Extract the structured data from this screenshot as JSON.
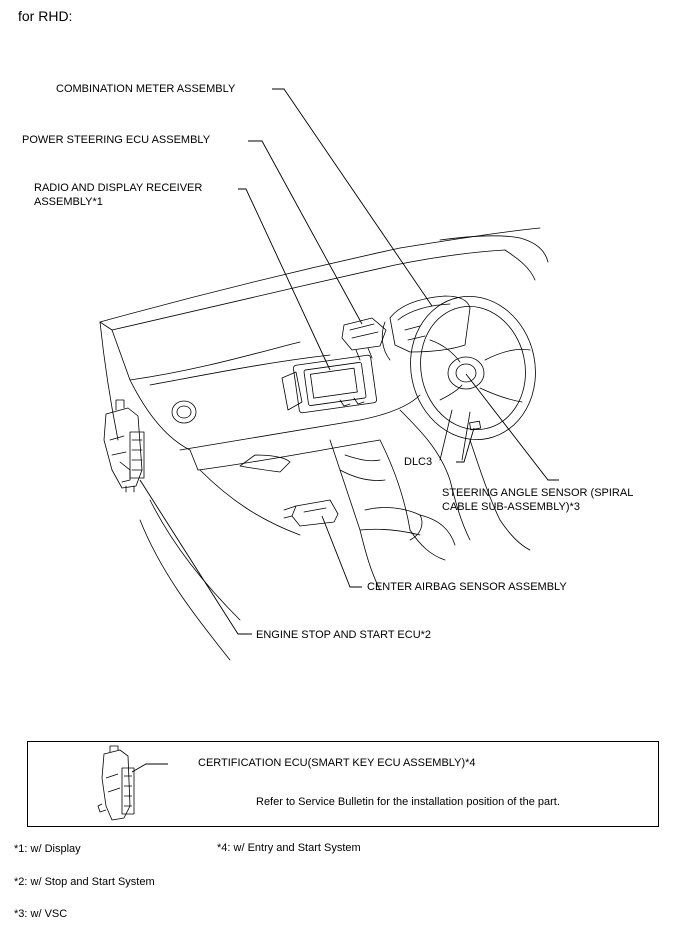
{
  "header": "for RHD:",
  "callouts": {
    "combination_meter": "COMBINATION METER ASSEMBLY",
    "power_steering_ecu": "POWER STEERING ECU ASSEMBLY",
    "radio_line1": "RADIO AND DISPLAY RECEIVER",
    "radio_line2": "ASSEMBLY*1",
    "dlc3": "DLC3",
    "steering_sensor_line1": "STEERING ANGLE SENSOR (SPIRAL",
    "steering_sensor_line2": "CABLE SUB-ASSEMBLY)*3",
    "center_airbag": "CENTER AIRBAG SENSOR ASSEMBLY",
    "engine_stop_start": "ENGINE STOP AND START ECU*2"
  },
  "legend": {
    "certification_ecu": "CERTIFICATION ECU(SMART KEY ECU ASSEMBLY)*4",
    "service_note": "Refer to Service Bulletin for the installation position of the part."
  },
  "footnotes": {
    "n1": "*1: w/ Display",
    "n2": "*2: w/ Stop and Start System",
    "n3": "*3: w/ VSC",
    "n4": "*4: w/ Entry and Start System"
  }
}
